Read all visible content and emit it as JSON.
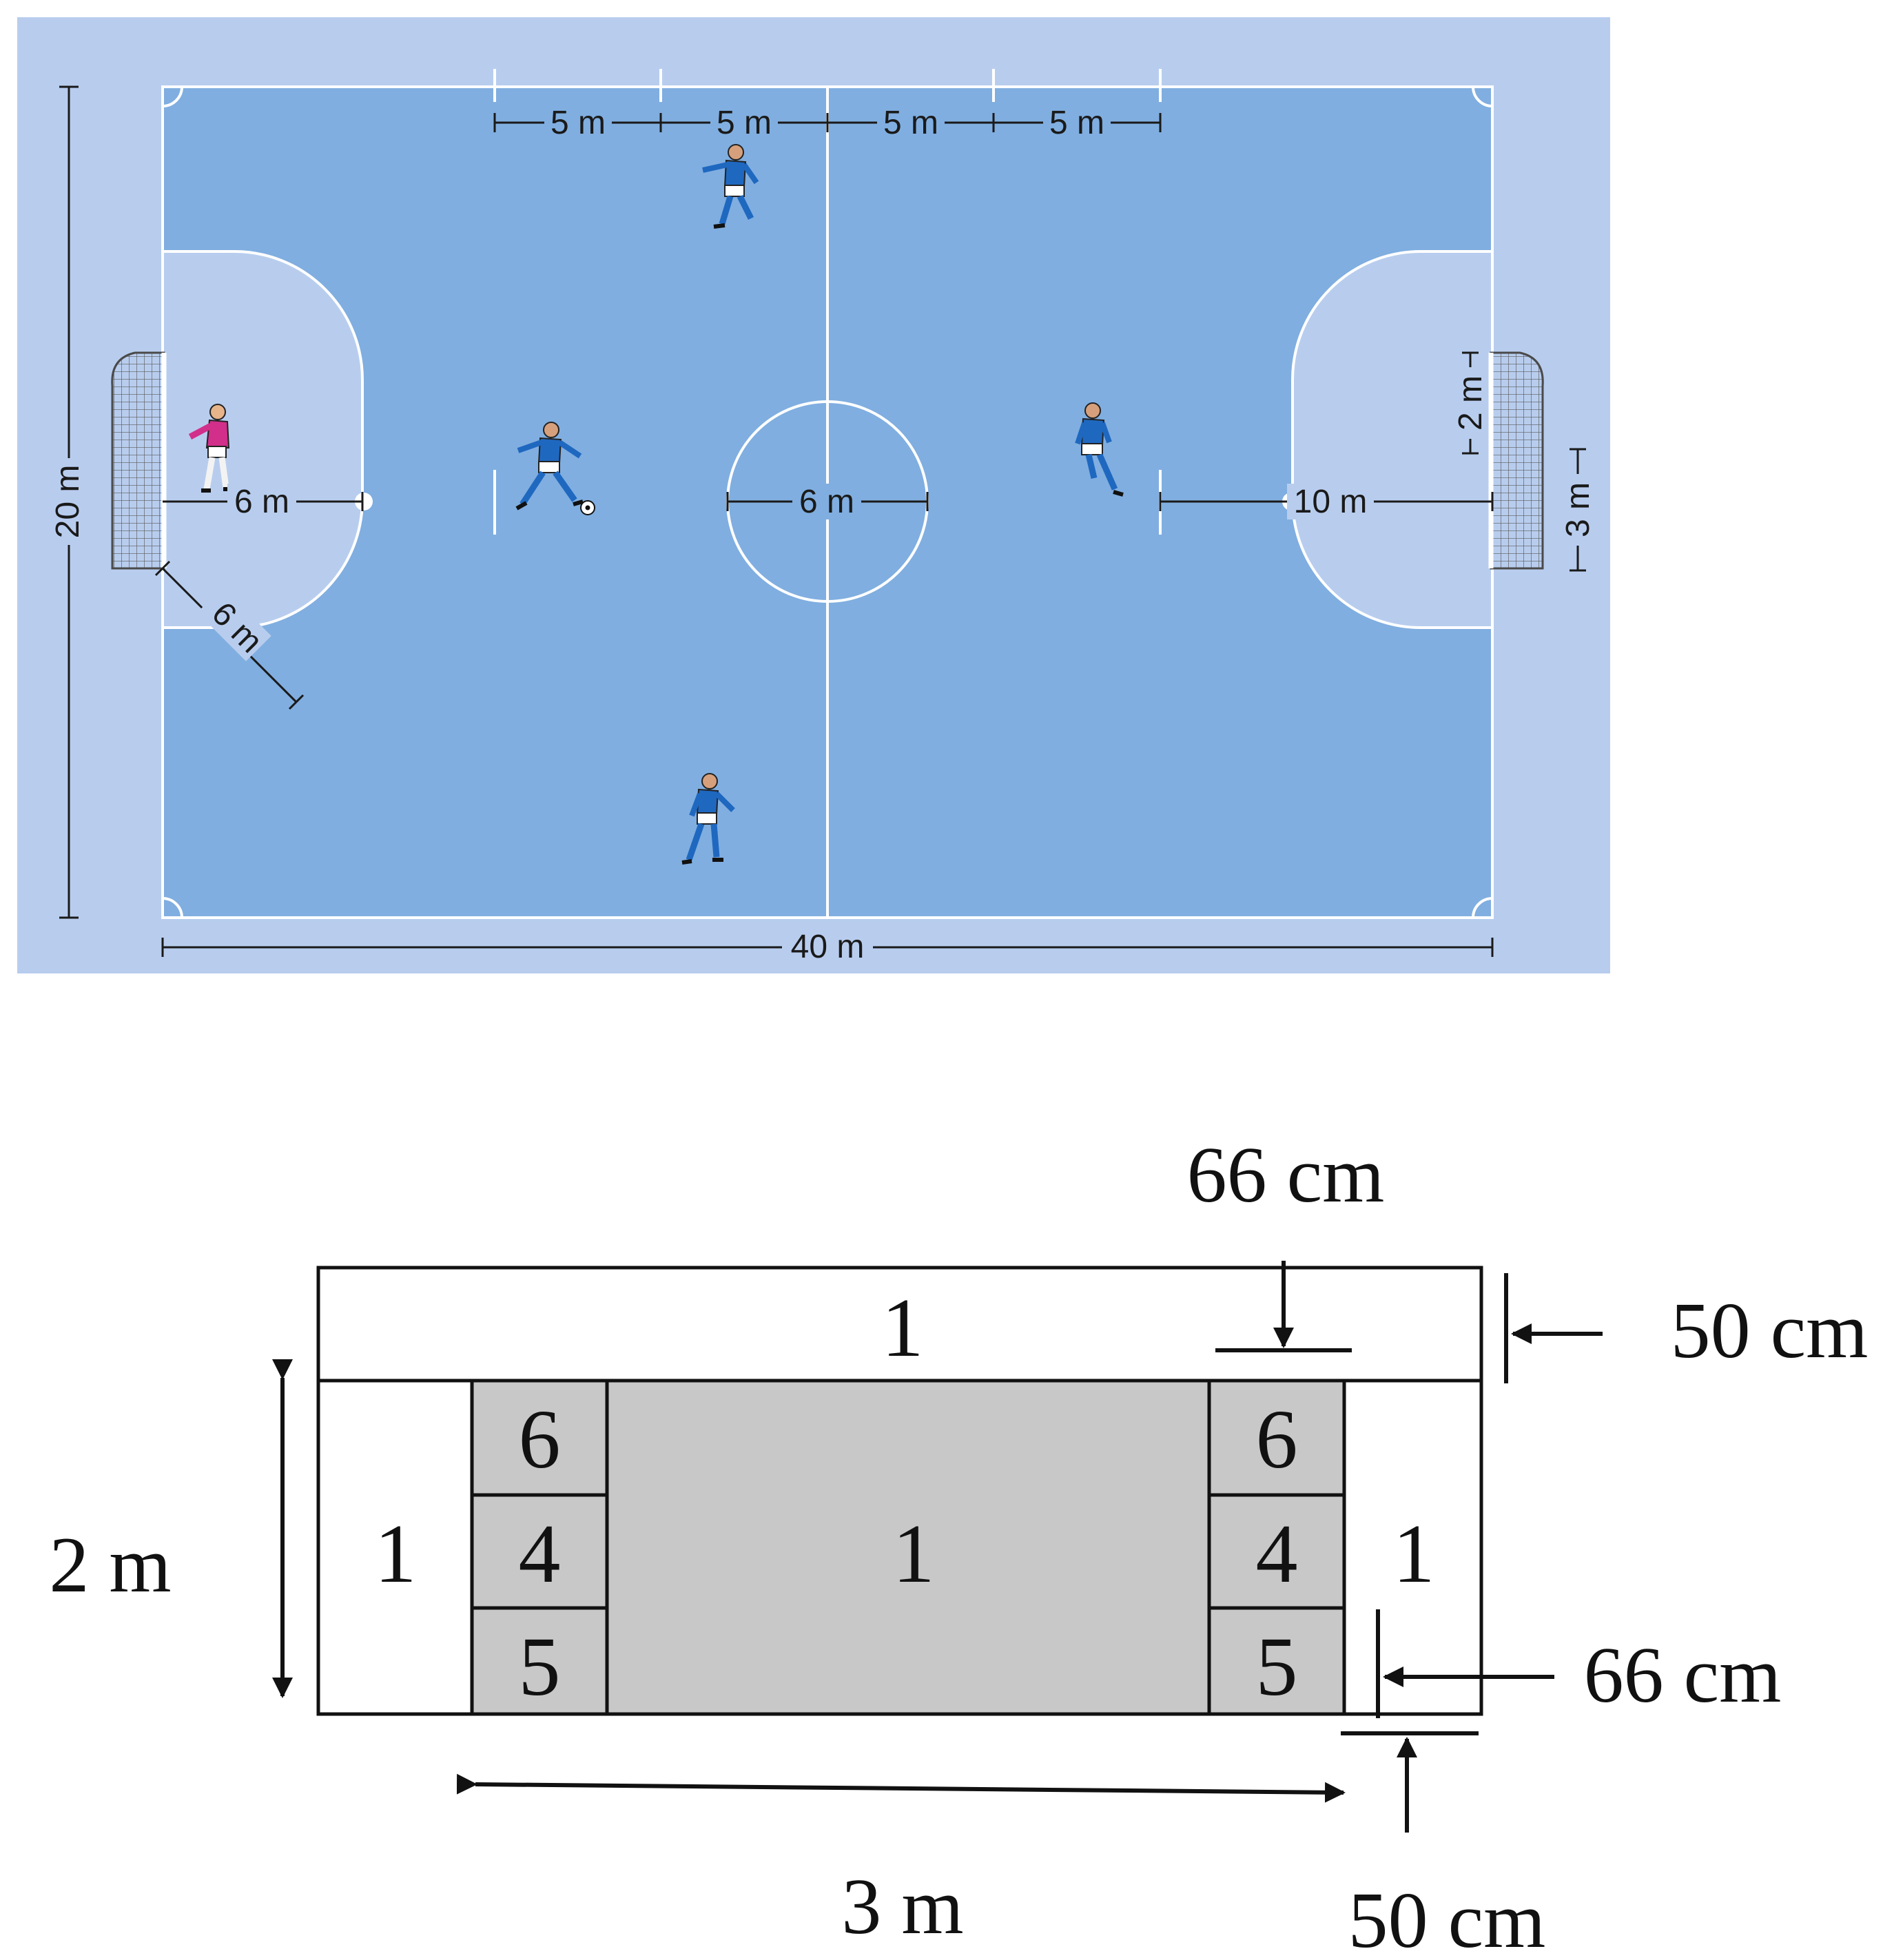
{
  "court": {
    "colors": {
      "surround": "#b8cdee",
      "field": "#80aee0",
      "penalty_area": "#b8cdee",
      "lines": "#ffffff",
      "dimension_ink": "#1a1a1a",
      "player_kit": "#1f68c0",
      "goalkeeper_kit": "#d12f8a"
    },
    "labels": {
      "substitution_zone": [
        "5 m",
        "5 m",
        "5 m",
        "5 m"
      ],
      "width": "20 m",
      "length": "40 m",
      "penalty_mark": "6 m",
      "penalty_arc_radius": "6 m",
      "centre_circle": "6 m",
      "second_penalty_mark": "10 m",
      "goal_depth": "2 m",
      "goal_width": "3 m"
    },
    "icons": [
      "goalkeeper-icon",
      "player-icon",
      "player-icon",
      "player-icon",
      "player-icon",
      "ball-icon",
      "goal-net-icon",
      "goal-net-icon"
    ]
  },
  "goal_zones": {
    "colors": {
      "border": "#111111",
      "zone_1": "#ffffff",
      "shaded": "#c8c8c8"
    },
    "zones": {
      "top": "1",
      "left": "1",
      "centre": "1",
      "right": "1",
      "left_top": "6",
      "left_middle": "4",
      "left_bottom": "5",
      "right_top": "6",
      "right_middle": "4",
      "right_bottom": "5"
    },
    "labels": {
      "height": "2 m",
      "width": "3 m",
      "top_cell_width": "66 cm",
      "top_band": "50 cm",
      "side_cell_width": "66 cm",
      "bottom_band": "50 cm"
    }
  }
}
